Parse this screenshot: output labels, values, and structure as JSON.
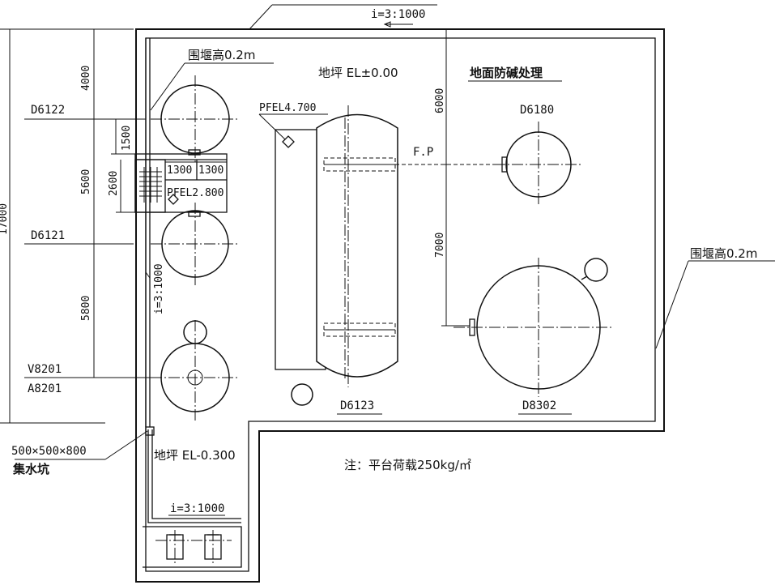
{
  "labels": {
    "slope_top": "i=3:1000",
    "slope_left": "i=3:1000",
    "slope_pit": "i=3:1000",
    "curb_top": "围堰高0.2m",
    "curb_right": "围堰高0.2m",
    "floor_main": "地坪 EL±0.00",
    "floor_lower": "地坪 EL-0.300",
    "anti_alkali": "地面防碱处理",
    "platform_main": "PFEL4.700",
    "platform_small": "PFEL2.800",
    "flow_point": "F.P",
    "sump_size": "500×500×800",
    "sump_name": "集水坑",
    "note": "注：平台荷载250kg/㎡"
  },
  "equipment": {
    "d6122": "D6122",
    "d6121": "D6121",
    "v8201": "V8201",
    "a8201": "A8201",
    "d6180": "D6180",
    "d6123": "D6123",
    "d8302": "D8302"
  },
  "dimensions": {
    "d4000": "4000",
    "d1500": "1500",
    "d5600": "5600",
    "d2600": "2600",
    "d5800": "5800",
    "d17000": "17000",
    "d6000": "6000",
    "d7000": "7000",
    "d1300a": "1300",
    "d1300b": "1300"
  }
}
